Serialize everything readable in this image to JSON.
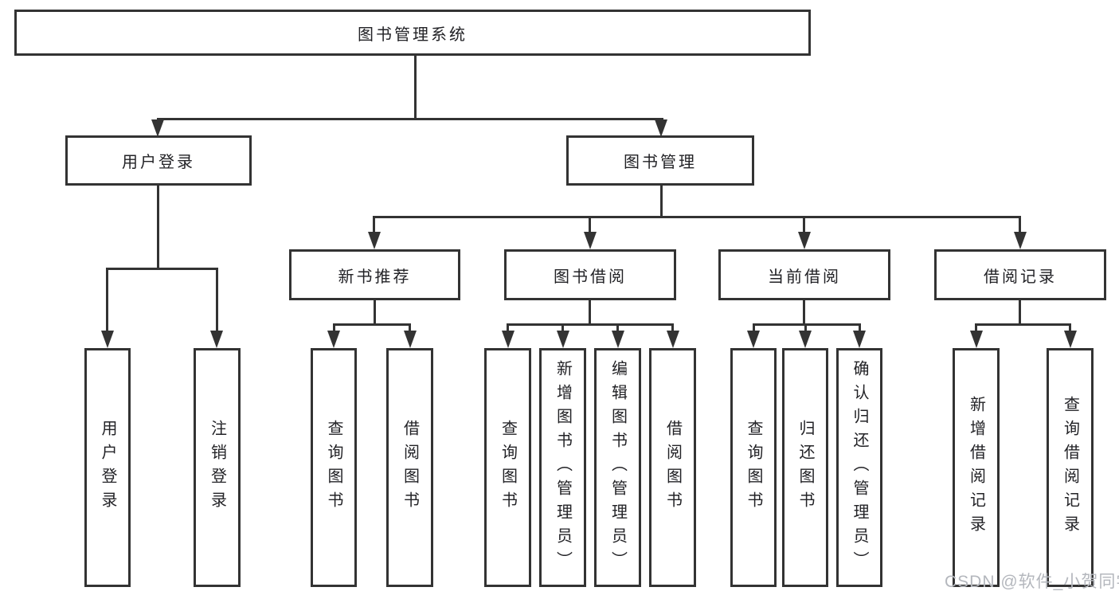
{
  "palette": {
    "line": "#333333",
    "box_border": "#333333",
    "box_fill": "#ffffff",
    "text": "#222226",
    "watermark": "#b4b7bd",
    "background": "#ffffff"
  },
  "watermark": {
    "text": "CSDN @软件_小贺同学"
  },
  "diagram": {
    "root": {
      "label": "图书管理系统"
    },
    "branches": [
      {
        "label": "用户登录",
        "children": [
          {
            "label": "用户登录"
          },
          {
            "label": "注销登录"
          }
        ]
      },
      {
        "label": "图书管理",
        "children": [
          {
            "label": "新书推荐",
            "children": [
              {
                "label": "查询图书"
              },
              {
                "label": "借阅图书"
              }
            ]
          },
          {
            "label": "图书借阅",
            "children": [
              {
                "label": "查询图书"
              },
              {
                "label": "新增图书（管理员）"
              },
              {
                "label": "编辑图书（管理员）"
              },
              {
                "label": "借阅图书"
              }
            ]
          },
          {
            "label": "当前借阅",
            "children": [
              {
                "label": "查询图书"
              },
              {
                "label": "归还图书"
              },
              {
                "label": "确认归还（管理员）"
              }
            ]
          },
          {
            "label": "借阅记录",
            "children": [
              {
                "label": "新增借阅记录"
              },
              {
                "label": "查询借阅记录"
              }
            ]
          }
        ]
      }
    ]
  }
}
